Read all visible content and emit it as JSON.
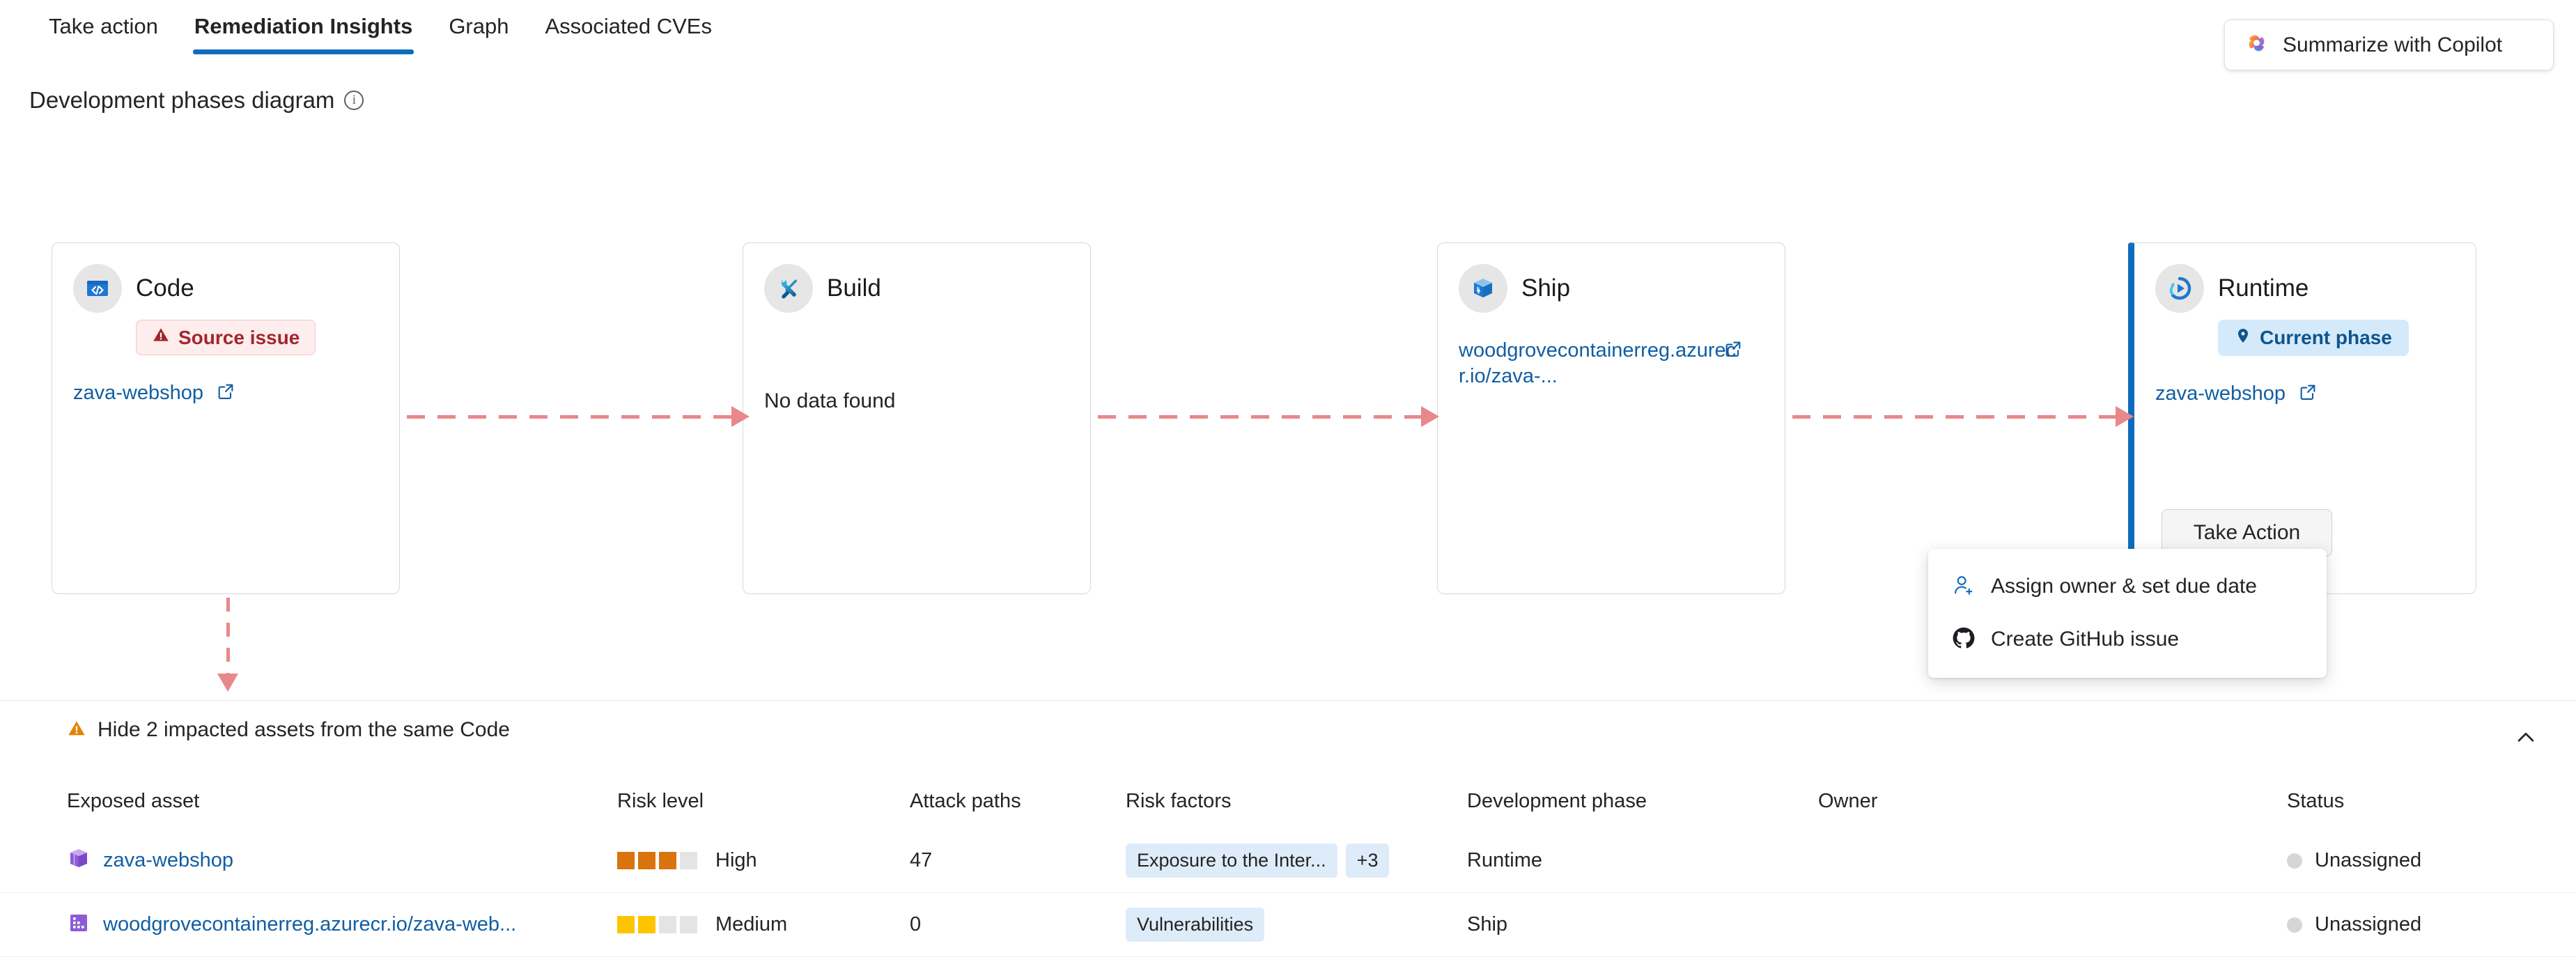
{
  "tabs": [
    {
      "label": "Take action",
      "active": false
    },
    {
      "label": "Remediation Insights",
      "active": true
    },
    {
      "label": "Graph",
      "active": false
    },
    {
      "label": "Associated CVEs",
      "active": false
    }
  ],
  "copilot": {
    "label": "Summarize with Copilot",
    "icon": "copilot-icon"
  },
  "section": {
    "title": "Development phases diagram",
    "info_icon": "info-icon"
  },
  "phases": [
    {
      "name": "Code",
      "icon": "code-window-icon",
      "badge": {
        "text": "Source issue",
        "type": "warning",
        "icon": "warning-triangle-icon"
      },
      "link": "zava-webshop",
      "no_data": null,
      "current": false,
      "action_button": null
    },
    {
      "name": "Build",
      "icon": "tools-icon",
      "badge": null,
      "link": null,
      "no_data": "No data found",
      "current": false,
      "action_button": null
    },
    {
      "name": "Ship",
      "icon": "package-box-icon",
      "badge": null,
      "link": "woodgrovecontainerreg.azurecr.io/zava-...",
      "no_data": null,
      "current": false,
      "action_button": null
    },
    {
      "name": "Runtime",
      "icon": "runtime-play-icon",
      "badge": {
        "text": "Current phase",
        "type": "current",
        "icon": "location-pin-icon"
      },
      "link": "zava-webshop",
      "no_data": null,
      "current": true,
      "action_button": "Take Action"
    }
  ],
  "context_menu": {
    "items": [
      {
        "label": "Assign owner & set due date",
        "icon": "person-add-icon"
      },
      {
        "label": "Create GitHub issue",
        "icon": "github-icon"
      }
    ]
  },
  "hide_row": {
    "label": "Hide 2 impacted assets from the same Code",
    "icon": "warning-triangle-icon",
    "collapse_icon": "chevron-up-icon"
  },
  "table": {
    "columns": [
      "Exposed asset",
      "Risk level",
      "Attack paths",
      "Risk factors",
      "Development phase",
      "Owner",
      "Status"
    ],
    "rows": [
      {
        "asset": "zava-webshop",
        "asset_icon": "purple-box-icon",
        "risk_level": "High",
        "risk_filled": 3,
        "risk_total": 4,
        "risk_color": "#d9730d",
        "attack_paths": "47",
        "risk_factors": [
          "Exposure to the Inter..."
        ],
        "risk_factors_more": "+3",
        "development_phase": "Runtime",
        "owner": "",
        "status": "Unassigned"
      },
      {
        "asset": "woodgrovecontainerreg.azurecr.io/zava-web...",
        "asset_icon": "purple-registry-icon",
        "risk_level": "Medium",
        "risk_filled": 2,
        "risk_total": 4,
        "risk_color": "#ffc400",
        "attack_paths": "0",
        "risk_factors": [
          "Vulnerabilities"
        ],
        "risk_factors_more": null,
        "development_phase": "Ship",
        "owner": "",
        "status": "Unassigned"
      }
    ]
  },
  "colors": {
    "accent": "#0f6cbd",
    "link": "#115ea3",
    "danger": "#a4262c",
    "warning": "#d9730d",
    "connector": "#e8888b",
    "chip_bg": "#deecf9"
  }
}
